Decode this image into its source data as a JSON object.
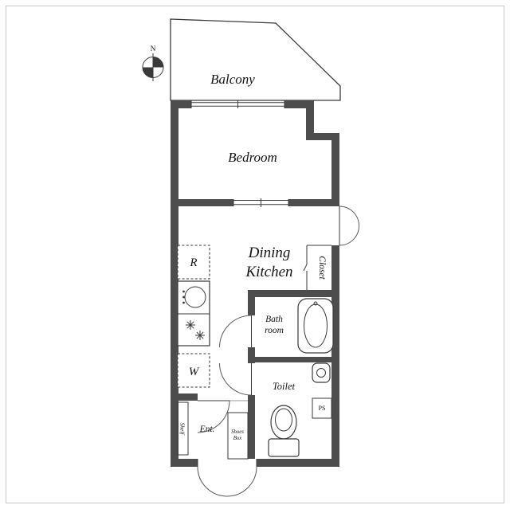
{
  "colors": {
    "wall": "#4d4d4d",
    "line": "#3a3a3a",
    "light": "#9a9a9a",
    "border": "#c8c8c8",
    "text": "#141414",
    "bg": "#ffffff"
  },
  "compass": {
    "north": "N"
  },
  "rooms": {
    "balcony": "Balcony",
    "bedroom": "Bedroom",
    "dining_kitchen": {
      "line1": "Dining",
      "line2": "Kitchen"
    },
    "closet": "Closet",
    "bathroom": {
      "line1": "Bath",
      "line2": "room"
    },
    "toilet": "Toilet",
    "entrance": "Ent."
  },
  "fixtures": {
    "refrigerator": "R",
    "washer": "W",
    "shelf": "Shelf",
    "shoes_box": {
      "line1": "Shoes",
      "line2": "Box"
    },
    "pipe_space": "PS"
  }
}
